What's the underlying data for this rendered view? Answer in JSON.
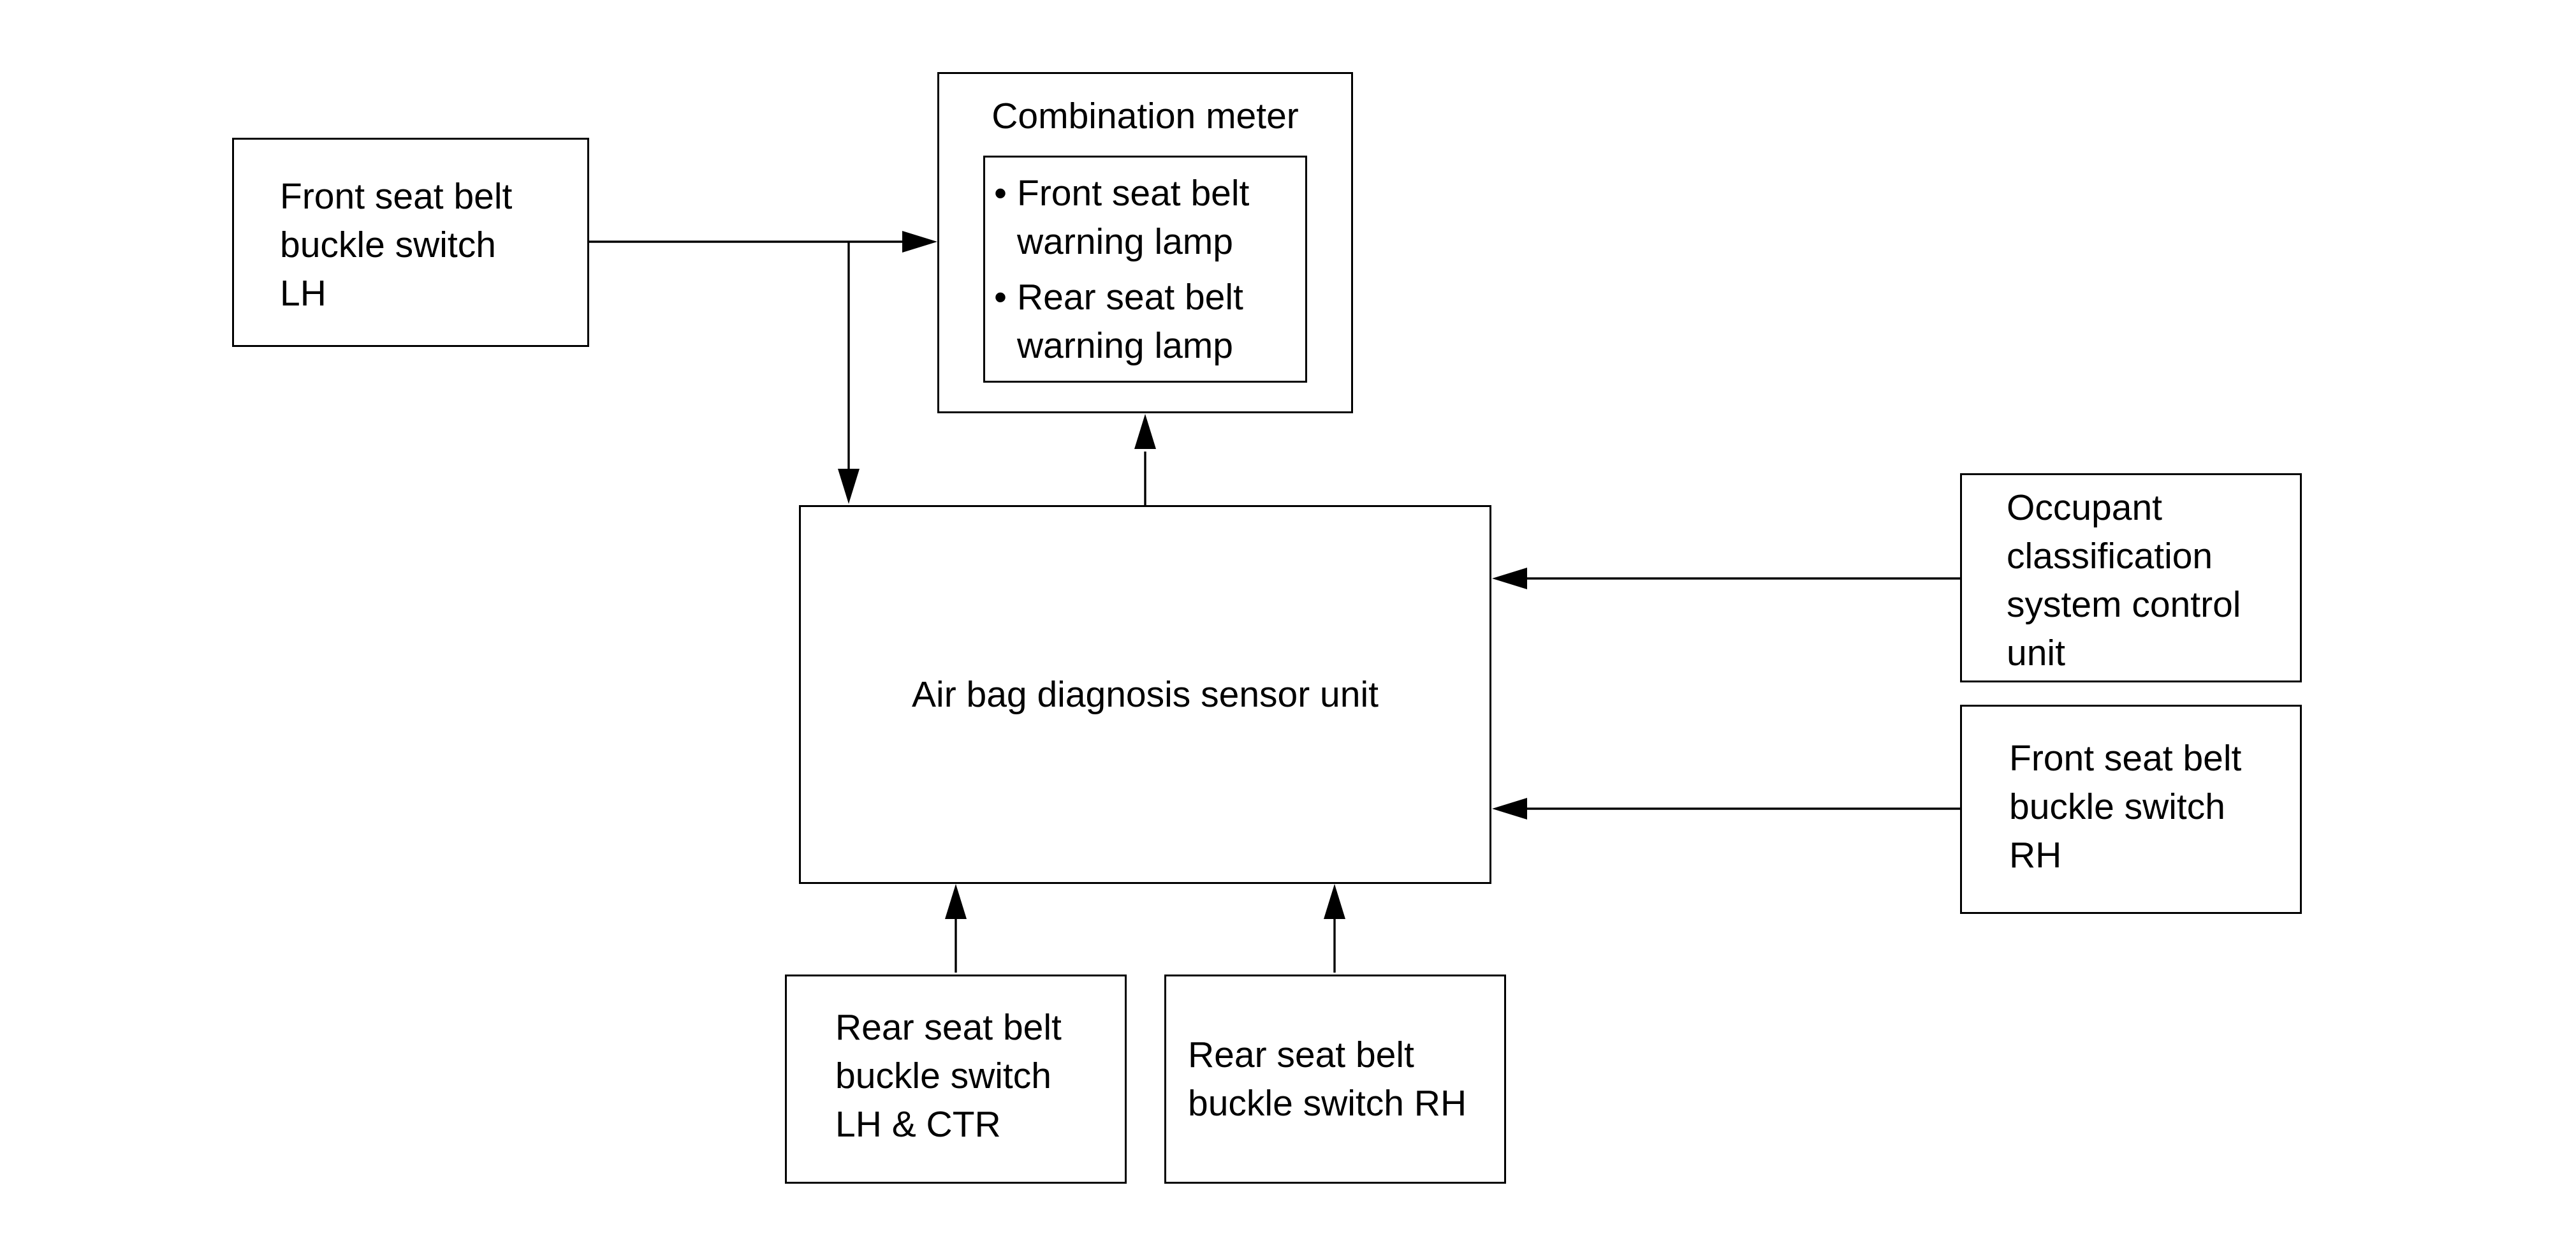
{
  "diagram": {
    "front_lh": [
      "Front seat belt",
      "buckle switch",
      "LH"
    ],
    "combination_meter": {
      "title": "Combination meter",
      "bullet": "•",
      "items": [
        [
          "Front seat belt",
          "warning lamp"
        ],
        [
          "Rear seat belt",
          "warning lamp"
        ]
      ]
    },
    "air_bag_unit": "Air bag diagnosis sensor unit",
    "occupant": [
      "Occupant",
      "classification",
      "system control",
      "unit"
    ],
    "front_rh": [
      "Front seat belt",
      "buckle switch",
      "RH"
    ],
    "rear_lh_ctr": [
      "Rear seat belt",
      "buckle switch",
      "LH & CTR"
    ],
    "rear_rh": [
      "Rear seat belt",
      "buckle switch RH"
    ]
  }
}
